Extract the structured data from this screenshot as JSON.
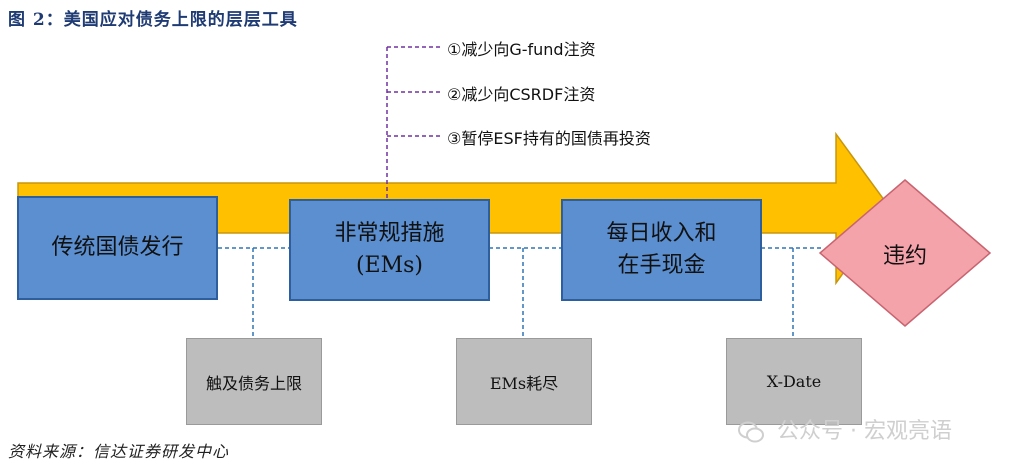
{
  "title": "图 2：美国应对债务上限的层层工具",
  "ems_options": [
    "①减少向G-fund注资",
    "②减少向CSRDF注资",
    "③暂停ESF持有的国债再投资"
  ],
  "stages": [
    {
      "label": "传统国债发行"
    },
    {
      "label": "非常规措施\n(EMs)"
    },
    {
      "label": "每日收入和\n在手现金"
    }
  ],
  "endpoint": {
    "label": "违约"
  },
  "triggers": [
    {
      "label": "触及债务上限"
    },
    {
      "label": "EMs耗尽"
    },
    {
      "label": "X-Date"
    }
  ],
  "source": "资料来源：信达证券研发中心",
  "watermark": "公众号 · 宏观亮语",
  "colors": {
    "arrow": "#ffc000",
    "arrow_border": "#c8960c",
    "stage_fill": "#5b8fd0",
    "trigger_fill": "#bdbdbd",
    "endpoint_fill": "#f4a3ab",
    "option_connector": "#7030a0",
    "trigger_connector": "#2e75b6"
  }
}
